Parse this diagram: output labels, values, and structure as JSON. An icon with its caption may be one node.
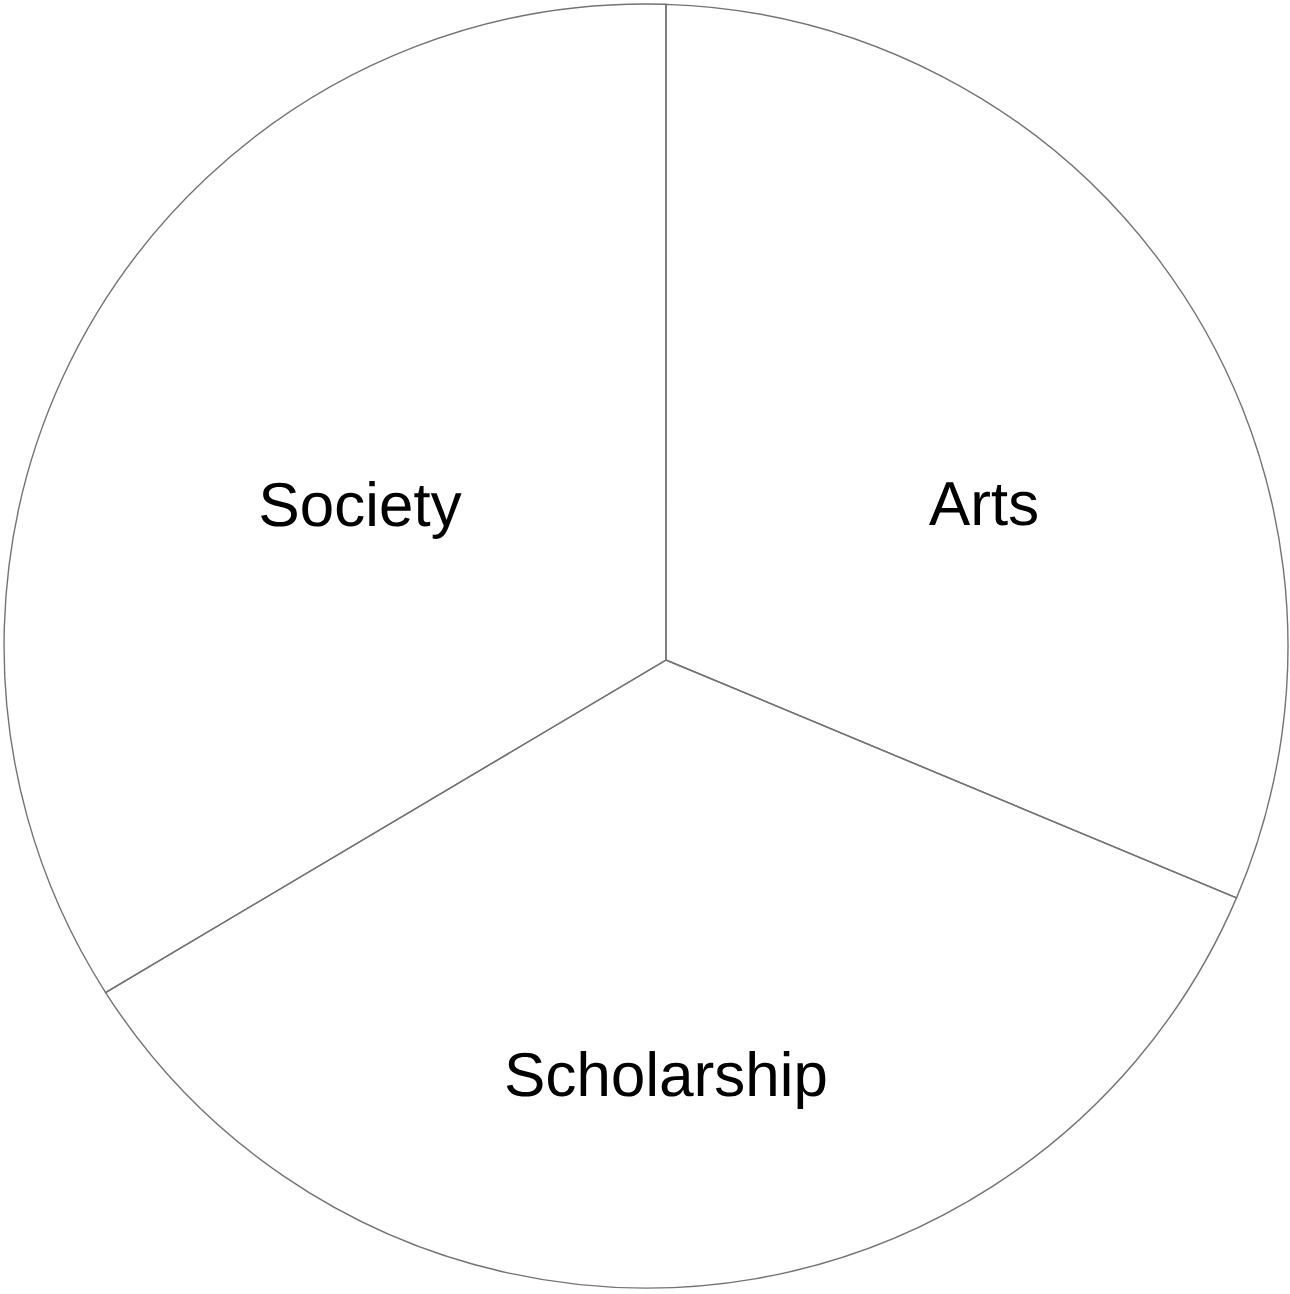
{
  "diagram": {
    "nodes": [
      {
        "text": [
          "Society"
        ]
      },
      {
        "text": [
          "Arts"
        ]
      },
      {
        "text": [
          "Scholarship"
        ]
      }
    ]
  }
}
